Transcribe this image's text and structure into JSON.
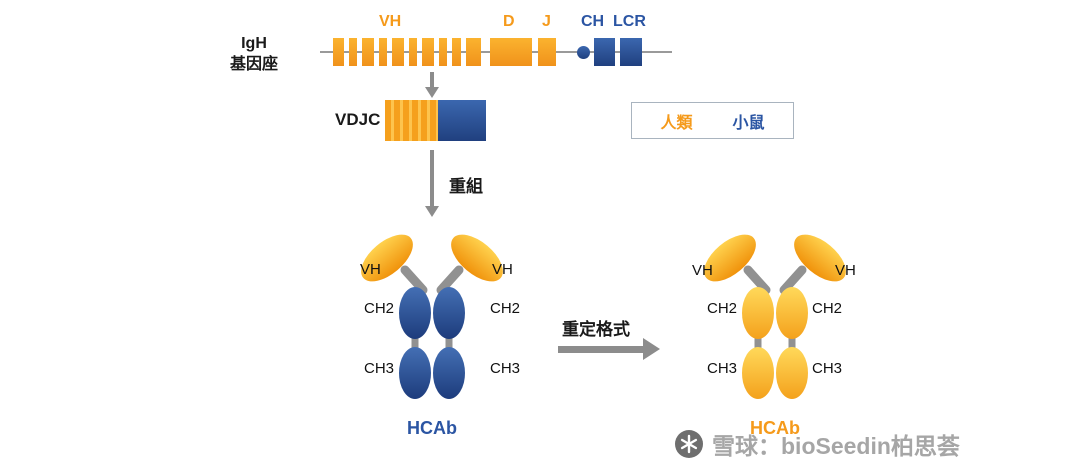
{
  "locus": {
    "name_line1": "IgH",
    "name_line2": "基因座",
    "vh": "VH",
    "d": "D",
    "j": "J",
    "ch": "CH",
    "lcr": "LCR"
  },
  "vdjc_label": "VDJC",
  "legend": {
    "human": "人類",
    "mouse": "小鼠"
  },
  "process": {
    "recombination": "重組",
    "reformat": "重定格式"
  },
  "antibody_left": {
    "vh_left": "VH",
    "vh_right": "VH",
    "ch2_left": "CH2",
    "ch2_right": "CH2",
    "ch3_left": "CH3",
    "ch3_right": "CH3",
    "name": "HCAb"
  },
  "antibody_right": {
    "vh_left": "VH",
    "vh_right": "VH",
    "ch2_left": "CH2",
    "ch2_right": "CH2",
    "ch3_left": "CH3",
    "ch3_right": "CH3",
    "name": "HCAb"
  },
  "watermark": {
    "text": "雪球：bioSeedin柏思荟"
  },
  "colors": {
    "human_orange": "#F59A1B",
    "mouse_blue": "#27509B"
  }
}
